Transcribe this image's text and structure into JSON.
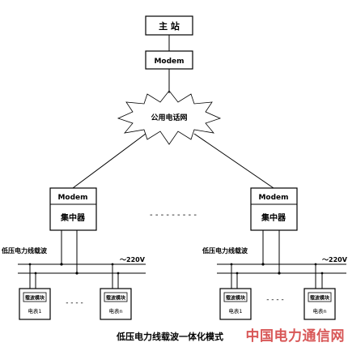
{
  "master_station": "主 站",
  "modem": "Modem",
  "network": "公用电话网",
  "concentrator": "集中器",
  "carrier_label": "低压电力线载波",
  "voltage": "～220V",
  "acq_module": "载波模块",
  "meter_1": "电表1",
  "meter_n": "电表n",
  "ellipsis_units": "- - - -",
  "ellipsis_groups": "- - - - - - - - -",
  "caption": "低压电力线载波一体化模式",
  "watermark": "中国电力通信网"
}
